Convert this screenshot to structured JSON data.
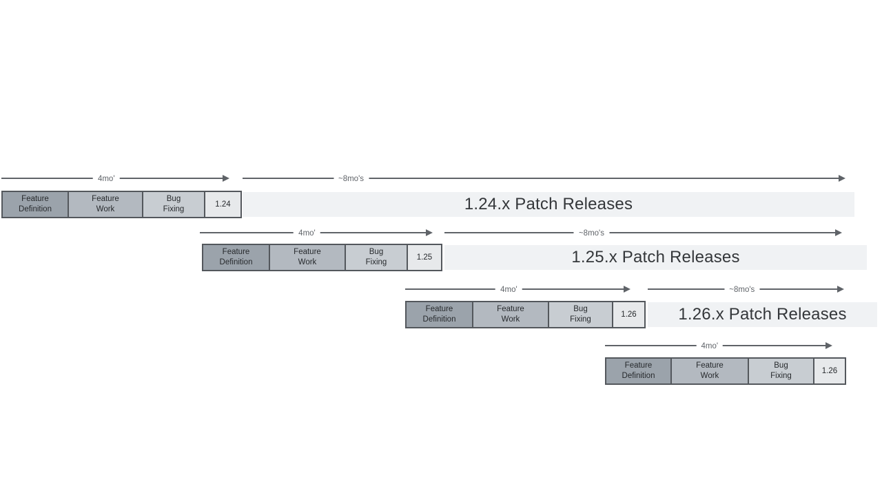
{
  "diagram_type": "release-cycle-timeline",
  "colors": {
    "feature_definition_fill": "#9ba3ab",
    "feature_work_fill": "#b3b9c0",
    "bug_fixing_fill": "#c8cdd2",
    "version_box_fill": "#e7e9eb",
    "patch_bar_fill": "#f0f2f4",
    "box_border": "#53575c",
    "arrow": "#5f6368",
    "duration_label_text": "#5f6368",
    "box_text": "#26292c",
    "patch_bar_text": "#34373a"
  },
  "rows": [
    {
      "version": "1.24",
      "dev_duration_label": "4mo'",
      "patch_duration_label": "~8mo's",
      "patch_bar_text": "1.24.x Patch Releases",
      "phases": [
        "Feature\nDefinition",
        "Feature\nWork",
        "Bug\nFixing"
      ]
    },
    {
      "version": "1.25",
      "dev_duration_label": "4mo'",
      "patch_duration_label": "~8mo's",
      "patch_bar_text": "1.25.x Patch Releases",
      "phases": [
        "Feature\nDefinition",
        "Feature\nWork",
        "Bug\nFixing"
      ]
    },
    {
      "version": "1.26",
      "dev_duration_label": "4mo'",
      "patch_duration_label": "~8mo's",
      "patch_bar_text": "1.26.x Patch Releases",
      "phases": [
        "Feature\nDefinition",
        "Feature\nWork",
        "Bug\nFixing"
      ]
    },
    {
      "version": "1.26",
      "dev_duration_label": "4mo'",
      "phases": [
        "Feature\nDefinition",
        "Feature\nWork",
        "Bug\nFixing"
      ]
    }
  ]
}
